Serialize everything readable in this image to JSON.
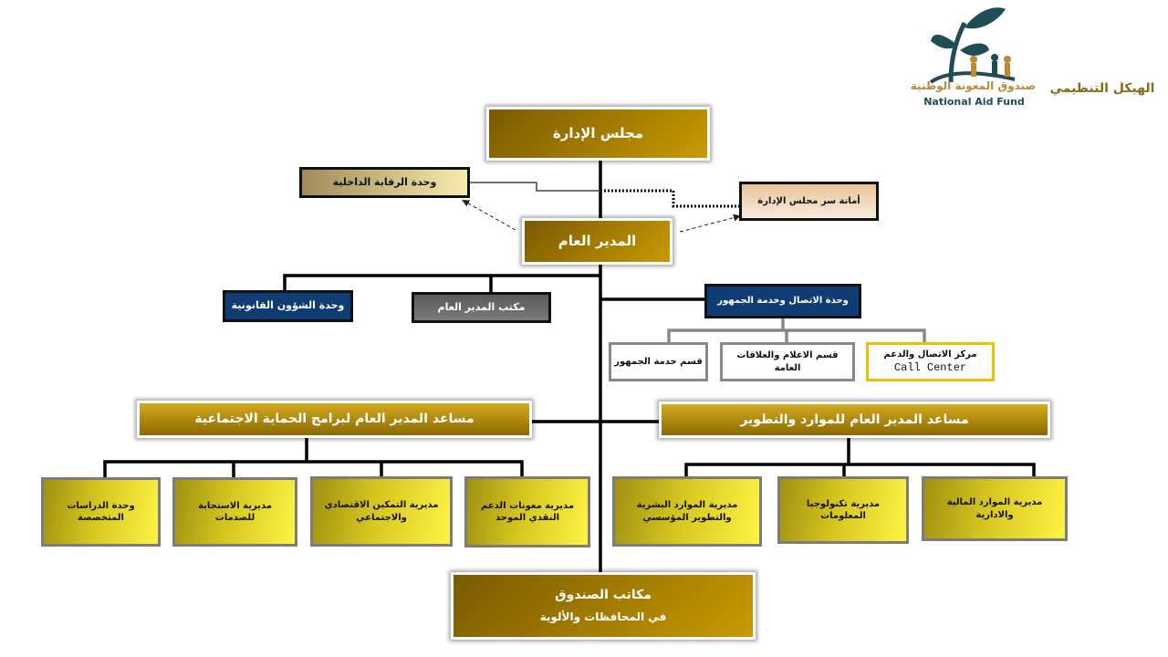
{
  "header": {
    "title": "الهيكل التنظيمي",
    "logo_arabic": "صندوق المعونة الوطنية",
    "logo_english": "National Aid Fund"
  },
  "nodes": {
    "board": "مجلس الإدارة",
    "internal_audit": "وحدة الرقابة الداخلية",
    "board_secretary": "أمانة سر مجلس الإدارة",
    "general_manager": "المدير العام",
    "legal_affairs": "وحدة الشؤون القانونية",
    "gm_office": "مكتب المدير العام",
    "communication_unit": "وحدة الاتصال وخدمة الجمهور",
    "public_service": "قسم خدمة الجمهور",
    "media_pr": "قسم الاعلام والعلاقات العامة",
    "call_center_ar": "مركز الاتصال والدعم",
    "call_center_en": "Call Center",
    "asst_social": "مساعد المدير العام لبرامج الحماية الاجتماعية",
    "asst_resources": "مساعد المدير العام للموارد والتطوير",
    "social_depts": [
      {
        "l1": "وحدة الدراسات",
        "l2": "المتخصصة"
      },
      {
        "l1": "مديرية الاستجابة",
        "l2": "للصدمات"
      },
      {
        "l1": "مديرية التمكين الاقتصادي",
        "l2": "والاجتماعي"
      },
      {
        "l1": "مديرية معونات الدعم",
        "l2": "النقدي الموحد"
      }
    ],
    "resource_depts": [
      {
        "l1": "مديرية الموارد البشرية",
        "l2": "والتطوير المؤسسي"
      },
      {
        "l1": "مديرية تكنولوجيا",
        "l2": "المعلومات"
      },
      {
        "l1": "مديرية الموارد المالية",
        "l2": "والادارية"
      }
    ],
    "offices_l1": "مكاتب الصندوق",
    "offices_l2": "في المحافظات والألوية"
  }
}
